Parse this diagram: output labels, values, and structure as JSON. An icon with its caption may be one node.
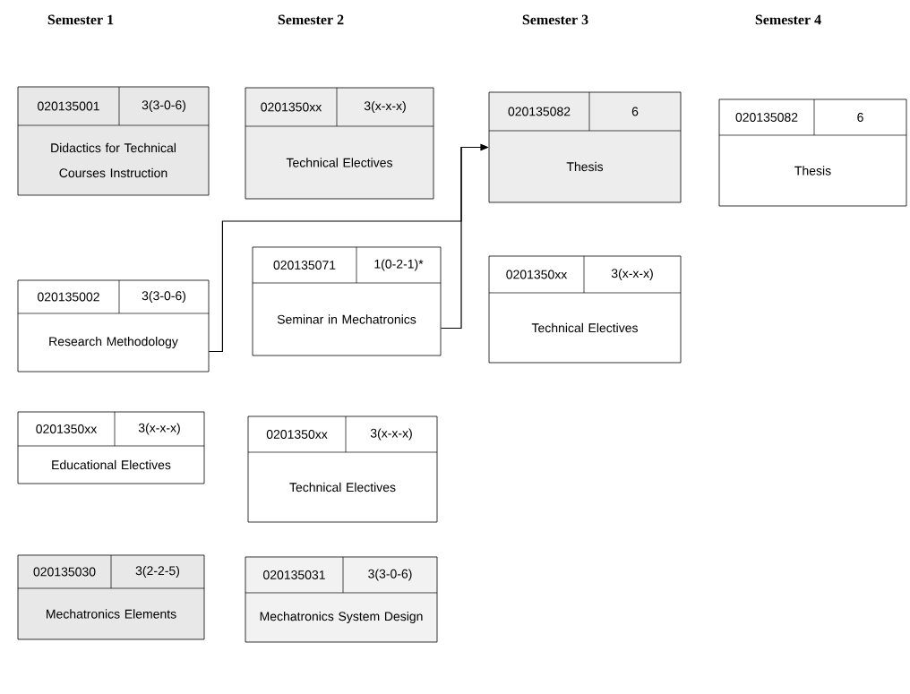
{
  "diagram": {
    "nodes": [
      {
        "text": [
          "020135001",
          "3(3-0-6)",
          "Didactics for Technical Courses Instruction"
        ]
      },
      {
        "text": [
          "020135002",
          "3(3-0-6)",
          "Research Methodology"
        ]
      },
      {
        "text": [
          "0201350xx",
          "3(x-x-x)",
          "Educational Electives"
        ]
      },
      {
        "text": [
          "020135030",
          "3(2-2-5)",
          "Mechatronics Elements"
        ]
      },
      {
        "text": [
          "0201350xx",
          "3(x-x-x)",
          "Technical Electives"
        ]
      },
      {
        "text": [
          "020135071",
          "1(0-2-1)*",
          "Seminar in Mechatronics"
        ]
      },
      {
        "text": [
          "0201350xx",
          "3(x-x-x)",
          "Technical Electives"
        ]
      },
      {
        "text": [
          "020135031",
          "3(3-0-6)",
          "Mechatronics System Design"
        ]
      },
      {
        "text": [
          "020135082",
          "6",
          "Thesis"
        ]
      },
      {
        "text": [
          "0201350xx",
          "3(x-x-x)",
          "Technical Electives"
        ]
      },
      {
        "text": [
          "020135082",
          "6",
          "Thesis"
        ]
      }
    ],
    "edges": [
      {
        "from": 1,
        "to": 8,
        "arrow": "to"
      },
      {
        "from": 5,
        "to": 8,
        "arrow": "to"
      }
    ],
    "labels": [
      "Semester 1",
      "Semester 2",
      "Semester 3",
      "Semester 4"
    ]
  }
}
